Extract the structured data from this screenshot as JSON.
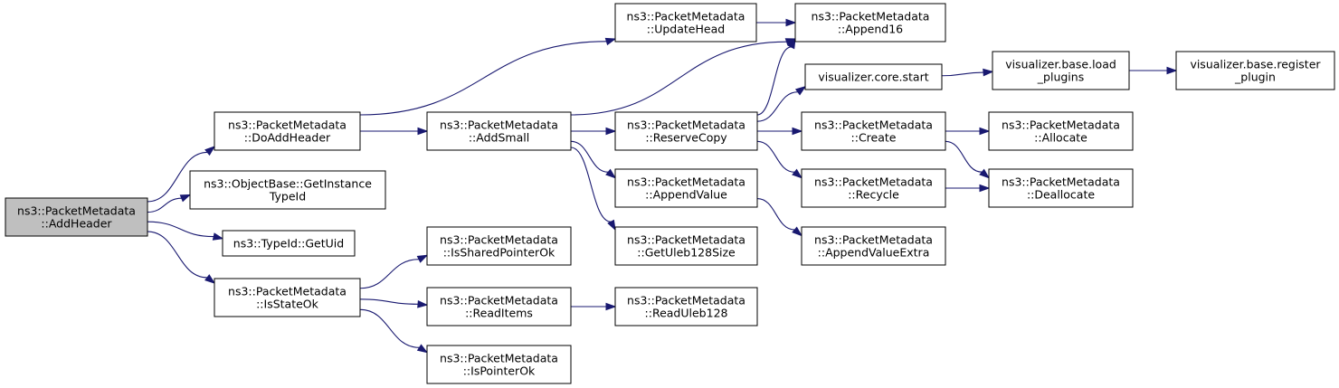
{
  "colors": {
    "edge": "#191970",
    "node_fill": "#ffffff",
    "root_fill": "#bfbfbf",
    "node_border": "#000000"
  },
  "nodes": {
    "add_header": {
      "lines": [
        "ns3::PacketMetadata",
        "::AddHeader"
      ],
      "highlight": true
    },
    "do_add_header": {
      "lines": [
        "ns3::PacketMetadata",
        "::DoAddHeader"
      ]
    },
    "get_instance_typeid": {
      "lines": [
        "ns3::ObjectBase::GetInstance",
        "TypeId"
      ]
    },
    "typeid_getuid": {
      "lines": [
        "ns3::TypeId::GetUid"
      ]
    },
    "is_state_ok": {
      "lines": [
        "ns3::PacketMetadata",
        "::IsStateOk"
      ]
    },
    "update_head": {
      "lines": [
        "ns3::PacketMetadata",
        "::UpdateHead"
      ]
    },
    "add_small": {
      "lines": [
        "ns3::PacketMetadata",
        "::AddSmall"
      ]
    },
    "is_shared_pointer_ok": {
      "lines": [
        "ns3::PacketMetadata",
        "::IsSharedPointerOk"
      ]
    },
    "read_items": {
      "lines": [
        "ns3::PacketMetadata",
        "::ReadItems"
      ]
    },
    "is_pointer_ok": {
      "lines": [
        "ns3::PacketMetadata",
        "::IsPointerOk"
      ]
    },
    "append16": {
      "lines": [
        "ns3::PacketMetadata",
        "::Append16"
      ]
    },
    "reserve_copy": {
      "lines": [
        "ns3::PacketMetadata",
        "::ReserveCopy"
      ]
    },
    "append_value": {
      "lines": [
        "ns3::PacketMetadata",
        "::AppendValue"
      ]
    },
    "get_uleb128_size": {
      "lines": [
        "ns3::PacketMetadata",
        "::GetUleb128Size"
      ]
    },
    "read_uleb128": {
      "lines": [
        "ns3::PacketMetadata",
        "::ReadUleb128"
      ]
    },
    "core_start": {
      "lines": [
        "visualizer.core.start"
      ]
    },
    "create": {
      "lines": [
        "ns3::PacketMetadata",
        "::Create"
      ]
    },
    "recycle": {
      "lines": [
        "ns3::PacketMetadata",
        "::Recycle"
      ]
    },
    "append_value_extra": {
      "lines": [
        "ns3::PacketMetadata",
        "::AppendValueExtra"
      ]
    },
    "load_plugins": {
      "lines": [
        "visualizer.base.load",
        "_plugins"
      ]
    },
    "allocate": {
      "lines": [
        "ns3::PacketMetadata",
        "::Allocate"
      ]
    },
    "deallocate": {
      "lines": [
        "ns3::PacketMetadata",
        "::Deallocate"
      ]
    },
    "register_plugin": {
      "lines": [
        "visualizer.base.register",
        "_plugin"
      ]
    }
  },
  "edges": [
    [
      "add_header",
      "do_add_header"
    ],
    [
      "add_header",
      "get_instance_typeid"
    ],
    [
      "add_header",
      "typeid_getuid"
    ],
    [
      "add_header",
      "is_state_ok"
    ],
    [
      "do_add_header",
      "update_head"
    ],
    [
      "do_add_header",
      "add_small"
    ],
    [
      "update_head",
      "append16"
    ],
    [
      "add_small",
      "append16"
    ],
    [
      "add_small",
      "reserve_copy"
    ],
    [
      "add_small",
      "append_value"
    ],
    [
      "add_small",
      "get_uleb128_size"
    ],
    [
      "reserve_copy",
      "append16"
    ],
    [
      "reserve_copy",
      "core_start"
    ],
    [
      "reserve_copy",
      "create"
    ],
    [
      "reserve_copy",
      "recycle"
    ],
    [
      "core_start",
      "load_plugins"
    ],
    [
      "load_plugins",
      "register_plugin"
    ],
    [
      "create",
      "allocate"
    ],
    [
      "create",
      "deallocate"
    ],
    [
      "recycle",
      "deallocate"
    ],
    [
      "append_value",
      "append_value_extra"
    ],
    [
      "is_state_ok",
      "is_shared_pointer_ok"
    ],
    [
      "is_state_ok",
      "read_items"
    ],
    [
      "is_state_ok",
      "is_pointer_ok"
    ],
    [
      "read_items",
      "read_uleb128"
    ]
  ]
}
